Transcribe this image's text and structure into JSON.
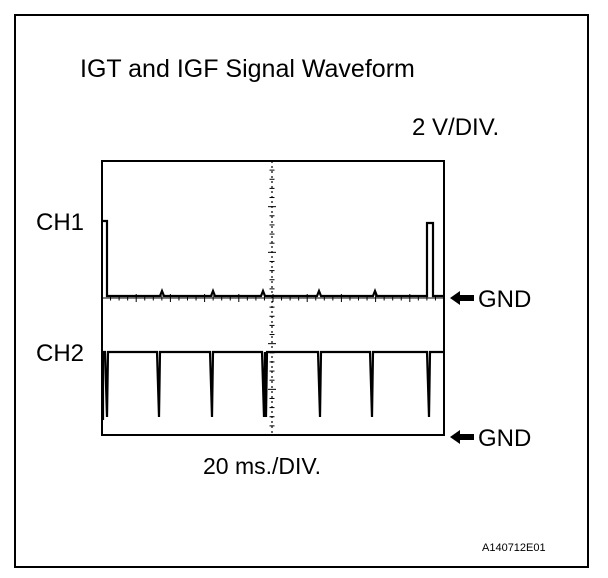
{
  "title": "IGT and IGF Signal Waveform",
  "voltage_scale": "2 V/DIV.",
  "time_scale": "20 ms./DIV.",
  "channels": [
    {
      "label": "CH1",
      "ground_label": "GND",
      "ground_marker": "arrow-left-icon"
    },
    {
      "label": "CH2",
      "ground_label": "GND",
      "ground_marker": "arrow-left-icon"
    }
  ],
  "figure_code": "A140712E01"
}
